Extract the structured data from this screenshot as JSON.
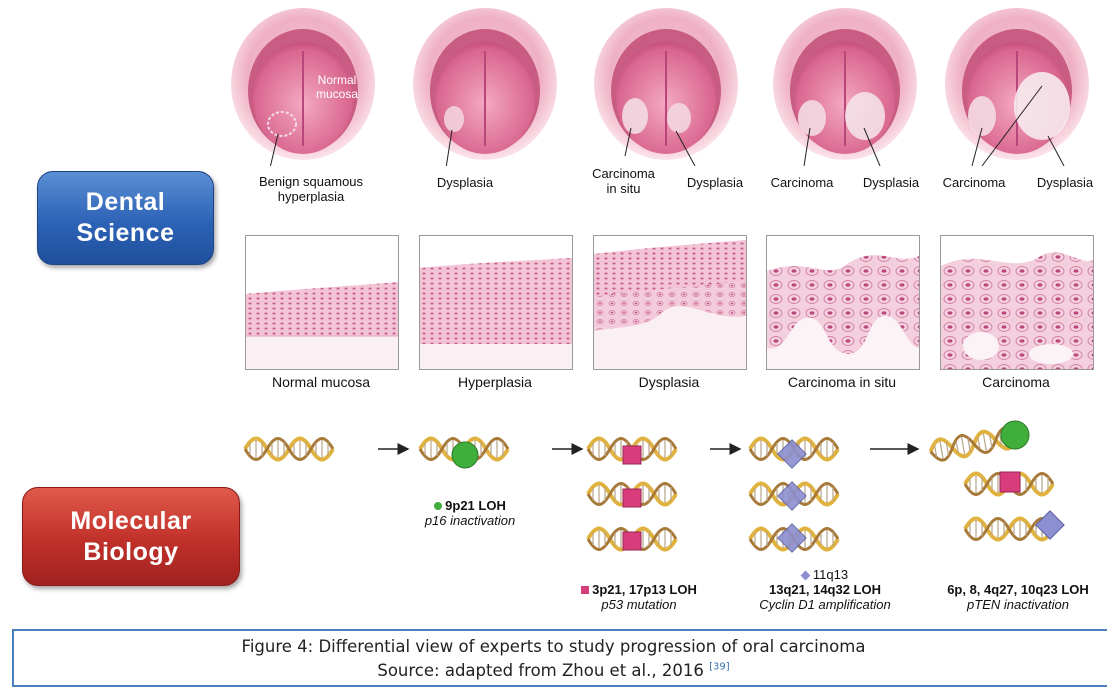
{
  "badges": {
    "dental_science": [
      "Dental",
      "Science"
    ],
    "molecular_biology": [
      "Molecular",
      "Biology"
    ]
  },
  "mouths": [
    {
      "labels": [
        "Normal mucosa",
        "Benign squamous hyperplasia"
      ]
    },
    {
      "labels": [
        "Dysplasia"
      ]
    },
    {
      "labels": [
        "Carcinoma in situ",
        "Dysplasia"
      ]
    },
    {
      "labels": [
        "Carcinoma",
        "Dysplasia"
      ]
    },
    {
      "labels": [
        "Carcinoma",
        "Dysplasia"
      ]
    }
  ],
  "mouth_label_lines": {
    "normal_1": "Normal",
    "normal_2": "mucosa",
    "benign_1": "Benign squamous",
    "benign_2": "hyperplasia",
    "dysplasia_2": "Dysplasia",
    "cis_1": "Carcinoma",
    "cis_2": "in situ",
    "dysplasia_3": "Dysplasia",
    "carcinoma_4": "Carcinoma",
    "dysplasia_4": "Dysplasia",
    "carcinoma_5": "Carcinoma",
    "dysplasia_5": "Dysplasia"
  },
  "histology_labels": [
    "Normal mucosa",
    "Hyperplasia",
    "Dysplasia",
    "Carcinoma in situ",
    "Carcinoma"
  ],
  "molecular": {
    "stage1": {
      "line1": "9p21 LOH",
      "line2": "p16 inactivation"
    },
    "stage2": {
      "line1": "3p21, 17p13 LOH",
      "line2": "p53 mutation"
    },
    "stage3": {
      "line0": "11q13",
      "line1": "13q21, 14q32 LOH",
      "line2": "Cyclin D1 amplification"
    },
    "stage4": {
      "line1": "6p, 8, 4q27, 10q23 LOH",
      "line2": "pTEN inactivation"
    }
  },
  "caption": {
    "line1": "Figure 4: Differential view of experts to study progression of oral carcinoma",
    "line2": "Source: adapted from Zhou et al., 2016",
    "ref": "[39]"
  },
  "colors": {
    "badge_blue": "#2d62b6",
    "badge_red": "#c0302a",
    "tissue_pink": "#e9a6c0",
    "marker_green": "#3fae3a",
    "marker_pink": "#d83c7a",
    "marker_purple": "#8c8fd0",
    "caption_border": "#4a7fbf"
  }
}
